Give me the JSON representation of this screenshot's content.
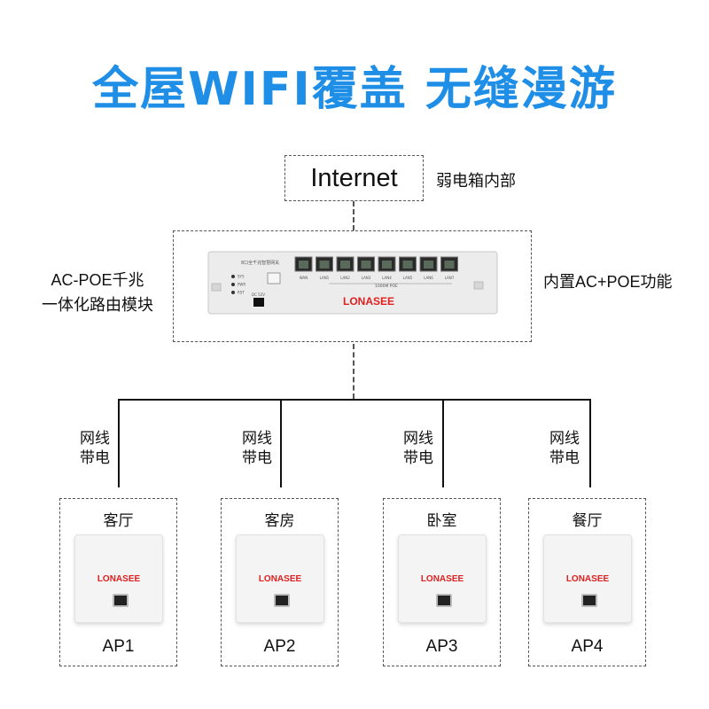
{
  "title": "全屋WIFI覆盖 无缝漫游",
  "internet": {
    "label": "Internet",
    "note": "弱电箱内部"
  },
  "router": {
    "left_label_line1": "AC-POE千兆",
    "left_label_line2": "一体化路由模块",
    "right_label": "内置AC+POE功能",
    "device_title": "8口全千兆智慧网关",
    "brand": "LONASEE",
    "ports": [
      "WAN",
      "LAN1",
      "LAN2",
      "LAN3",
      "LAN4",
      "LAN5",
      "LAN6",
      "LAN7"
    ],
    "poe_label": "1000M POE",
    "indicators": [
      "SYS",
      "PWR",
      "RST"
    ],
    "power_label": "DC 52V"
  },
  "cable_label": {
    "line1": "网线",
    "line2": "带电"
  },
  "aps": [
    {
      "room": "客厅",
      "name": "AP1",
      "brand": "LONASEE"
    },
    {
      "room": "客房",
      "name": "AP2",
      "brand": "LONASEE"
    },
    {
      "room": "卧室",
      "name": "AP3",
      "brand": "LONASEE"
    },
    {
      "room": "餐厅",
      "name": "AP4",
      "brand": "LONASEE"
    }
  ],
  "colors": {
    "title": "#1f8ee6",
    "brand": "#e02020"
  }
}
